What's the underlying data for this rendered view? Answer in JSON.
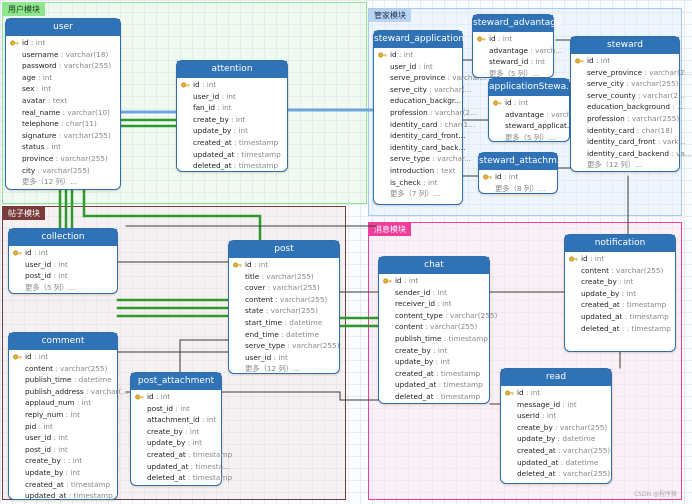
{
  "groups": {
    "user": "用户模块",
    "steward": "管家模块",
    "post": "帖子模块",
    "msg": "消息模块"
  },
  "colors": {
    "header": "#2f72b5",
    "link_green": "#2e9a2e",
    "link_blue": "#6fa6dd",
    "link_dark": "#3a3a3a"
  },
  "tables": {
    "user": {
      "name": "user",
      "fields": [
        {
          "n": "id",
          "t": "int",
          "pk": true
        },
        {
          "n": "username",
          "t": "varchar(18)"
        },
        {
          "n": "password",
          "t": "varchar(255)"
        },
        {
          "n": "age",
          "t": "int"
        },
        {
          "n": "sex",
          "t": "int"
        },
        {
          "n": "avatar",
          "t": "text"
        },
        {
          "n": "real_name",
          "t": "varchar(10)"
        },
        {
          "n": "telephone",
          "t": "char(11)"
        },
        {
          "n": "signature",
          "t": "varchar(255)"
        },
        {
          "n": "status",
          "t": "int"
        },
        {
          "n": "province",
          "t": "varchar(255)"
        },
        {
          "n": "city",
          "t": "varchar(255)"
        }
      ],
      "more": "更多（12 列）..."
    },
    "attention": {
      "name": "attention",
      "fields": [
        {
          "n": "id",
          "t": "int",
          "pk": true
        },
        {
          "n": "user_id",
          "t": "int"
        },
        {
          "n": "fan_id",
          "t": "int"
        },
        {
          "n": "create_by",
          "t": "int"
        },
        {
          "n": "update_by",
          "t": "int"
        },
        {
          "n": "created_at",
          "t": "timestamp"
        },
        {
          "n": "updated_at",
          "t": "timestamp"
        },
        {
          "n": "deleted_at",
          "t": "timestamp"
        }
      ]
    },
    "collection": {
      "name": "collection",
      "fields": [
        {
          "n": "id",
          "t": "int",
          "pk": true
        },
        {
          "n": "user_id",
          "t": "int"
        },
        {
          "n": "post_id",
          "t": "int"
        }
      ],
      "more": "更多（5 列）..."
    },
    "comment": {
      "name": "comment",
      "fields": [
        {
          "n": "id",
          "t": "int",
          "pk": true
        },
        {
          "n": "content",
          "t": "varchar(255)"
        },
        {
          "n": "publish_time",
          "t": "datetime"
        },
        {
          "n": "publish_address",
          "t": "varchar(..."
        },
        {
          "n": "applaud_num",
          "t": "int"
        },
        {
          "n": "reply_num",
          "t": "int"
        },
        {
          "n": "pid",
          "t": "int"
        },
        {
          "n": "user_id",
          "t": "int"
        },
        {
          "n": "post_id",
          "t": "int"
        },
        {
          "n": "create_by",
          "t": ": int"
        },
        {
          "n": "update_by",
          "t": "int"
        },
        {
          "n": "created_at",
          "t": "timestamp"
        },
        {
          "n": "updated_at",
          "t": "timestamp"
        }
      ]
    },
    "post": {
      "name": "post",
      "fields": [
        {
          "n": "id",
          "t": "int",
          "pk": true
        },
        {
          "n": "title",
          "t": "varchar(255)"
        },
        {
          "n": "cover",
          "t": "varchar(255)"
        },
        {
          "n": "content",
          "t": "varchar(255)"
        },
        {
          "n": "state",
          "t": "varchar(255)"
        },
        {
          "n": "start_time",
          "t": "datetime"
        },
        {
          "n": "end_time",
          "t": "datetime"
        },
        {
          "n": "serve_type",
          "t": "varchar(255)"
        },
        {
          "n": "user_id",
          "t": "int"
        }
      ],
      "more": "更多（12 列）..."
    },
    "post_attachment": {
      "name": "post_attachment",
      "fields": [
        {
          "n": "id",
          "t": "int",
          "pk": true
        },
        {
          "n": "post_id",
          "t": "int"
        },
        {
          "n": "attachment_id",
          "t": "int"
        },
        {
          "n": "create_by",
          "t": "int"
        },
        {
          "n": "update_by",
          "t": "int"
        },
        {
          "n": "created_at",
          "t": "timestamp"
        },
        {
          "n": "updated_at",
          "t": "timesta..."
        },
        {
          "n": "deleted_at",
          "t": "timestamp"
        }
      ]
    },
    "steward_application": {
      "name": "steward_application",
      "fields": [
        {
          "n": "id",
          "t": "int",
          "pk": true
        },
        {
          "n": "user_id",
          "t": "int"
        },
        {
          "n": "serve_province",
          "t": "varchar..."
        },
        {
          "n": "serve_city",
          "t": "varchar(..."
        },
        {
          "n": "education_backgr...",
          "t": ""
        },
        {
          "n": "profession",
          "t": "varchar(2..."
        },
        {
          "n": "identity_card",
          "t": "char(1..."
        },
        {
          "n": "identity_card_front...",
          "t": ""
        },
        {
          "n": "identity_card_back...",
          "t": ""
        },
        {
          "n": "serve_type",
          "t": "varchar..."
        },
        {
          "n": "introduction",
          "t": "text"
        },
        {
          "n": "is_check",
          "t": "int"
        }
      ],
      "more": "更多（7 列）..."
    },
    "steward_advantage": {
      "name": "steward_advantage",
      "fields": [
        {
          "n": "id",
          "t": "int",
          "pk": true
        },
        {
          "n": "advantage",
          "t": "varch..."
        },
        {
          "n": "steward_id",
          "t": "int"
        }
      ],
      "more": "更多（5 列）..."
    },
    "applicationSteward": {
      "name": "applicationStewa...",
      "fields": [
        {
          "n": "id",
          "t": "int",
          "pk": true
        },
        {
          "n": "advantage",
          "t": "varch..."
        },
        {
          "n": "steward_applicat...",
          "t": ""
        }
      ],
      "more": "更多（5 列）..."
    },
    "steward": {
      "name": "steward",
      "fields": [
        {
          "n": "id",
          "t": "int",
          "pk": true
        },
        {
          "n": "serve_province",
          "t": "varchar(2..."
        },
        {
          "n": "serve_city",
          "t": "varchar(255)"
        },
        {
          "n": "serve_county",
          "t": "varchar(2..."
        },
        {
          "n": "education_background",
          "t": "..."
        },
        {
          "n": "profession",
          "t": "varchar(255)"
        },
        {
          "n": "identity_card",
          "t": "char(18)"
        },
        {
          "n": "identity_card_front",
          "t": "vark..."
        },
        {
          "n": "identity_card_backend",
          "t": "va..."
        }
      ],
      "more": "更多（12 列）..."
    },
    "steward_attachment": {
      "name": "steward_attachm...",
      "fields": [
        {
          "n": "id",
          "t": "int",
          "pk": true
        }
      ],
      "more": "更多（8 列）..."
    },
    "chat": {
      "name": "chat",
      "fields": [
        {
          "n": "id",
          "t": "int",
          "pk": true
        },
        {
          "n": "sender_id",
          "t": "int"
        },
        {
          "n": "receiver_id",
          "t": "int"
        },
        {
          "n": "content_type",
          "t": "varchar(255)"
        },
        {
          "n": "content",
          "t": "varchar(255)"
        },
        {
          "n": "publish_time",
          "t": "timestamp"
        },
        {
          "n": "create_by",
          "t": "int"
        },
        {
          "n": "update_by",
          "t": "int"
        },
        {
          "n": "created_at",
          "t": "timestamp"
        },
        {
          "n": "updated_at",
          "t": "timestamp"
        },
        {
          "n": "deleted_at",
          "t": "timestamp"
        }
      ]
    },
    "notification": {
      "name": "notification",
      "fields": [
        {
          "n": "id",
          "t": "int",
          "pk": true
        },
        {
          "n": "content",
          "t": "varchar(255)"
        },
        {
          "n": "create_by",
          "t": "int"
        },
        {
          "n": "update_by",
          "t": "int"
        },
        {
          "n": "created_at",
          "t": "timestamp"
        },
        {
          "n": "updated_at",
          "t": "timestamp"
        },
        {
          "n": "deleted_at",
          "t": ": timestamp"
        }
      ]
    },
    "read": {
      "name": "read",
      "fields": [
        {
          "n": "id",
          "t": "int",
          "pk": true
        },
        {
          "n": "message_id",
          "t": "int"
        },
        {
          "n": "userId",
          "t": "int"
        },
        {
          "n": "create_by",
          "t": "varchar(255)"
        },
        {
          "n": "update_by",
          "t": "datetime"
        },
        {
          "n": "created_at",
          "t": "varchar(255)"
        },
        {
          "n": "updated_at",
          "t": "datetime"
        },
        {
          "n": "deleted_at",
          "t": "varchar(255)"
        }
      ]
    }
  },
  "watermark": "CSDN @程序猿"
}
